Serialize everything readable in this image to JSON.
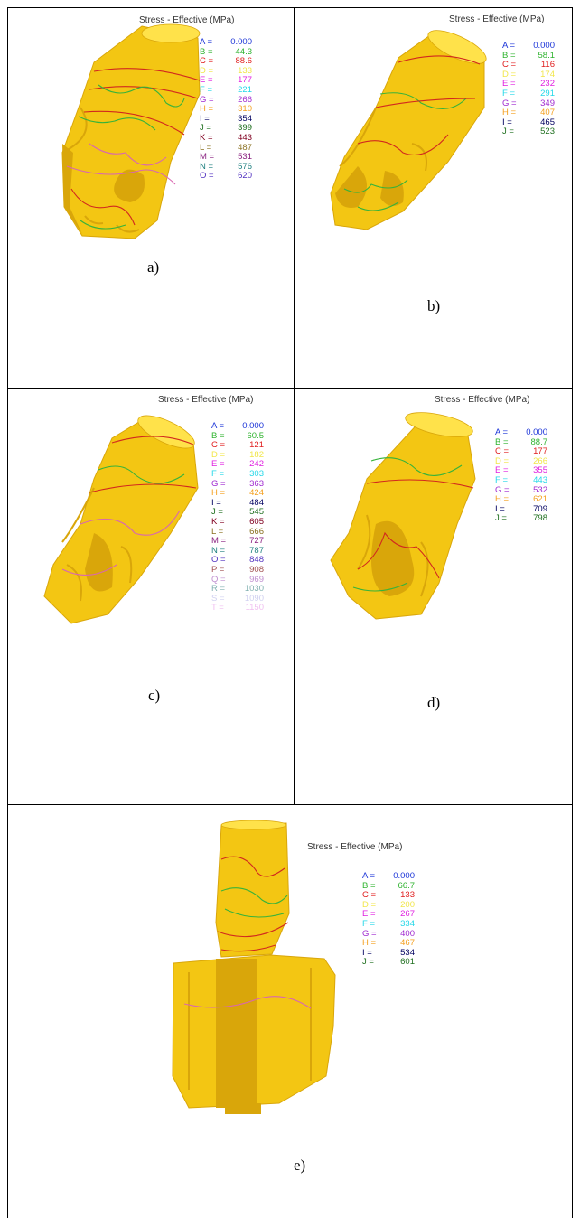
{
  "colors": {
    "model_fill": "#f3c613",
    "model_shade": "#d9a60a",
    "model_light": "#ffe24a",
    "contour_red": "#d2281e",
    "contour_green": "#36b33a",
    "contour_pink": "#d967b0",
    "border": "#000000"
  },
  "legend_colors": {
    "A": "#1c35d8",
    "B": "#2fb32f",
    "C": "#e02020",
    "D": "#f1e64a",
    "E": "#e021e0",
    "F": "#25d8e8",
    "G": "#a02ad0",
    "H": "#f4a020",
    "I": "#000060",
    "J": "#207020",
    "K": "#800020",
    "L": "#8a7020",
    "M": "#8a2080",
    "N": "#208080",
    "O": "#5030c0",
    "P": "#a05050",
    "Q": "#c090d0",
    "R": "#80b0b0",
    "S": "#d0d0f0",
    "T": "#f0c0f0"
  },
  "panels": [
    {
      "id": "a",
      "title": "Stress - Effective (MPa)",
      "caption": "a)",
      "legend": [
        {
          "k": "A =",
          "v": "0.000"
        },
        {
          "k": "B =",
          "v": "44.3"
        },
        {
          "k": "C =",
          "v": "88.6"
        },
        {
          "k": "D =",
          "v": "133"
        },
        {
          "k": "E =",
          "v": "177"
        },
        {
          "k": "F =",
          "v": "221"
        },
        {
          "k": "G =",
          "v": "266"
        },
        {
          "k": "H =",
          "v": "310"
        },
        {
          "k": "I =",
          "v": "354"
        },
        {
          "k": "J =",
          "v": "399"
        },
        {
          "k": "K =",
          "v": "443"
        },
        {
          "k": "L =",
          "v": "487"
        },
        {
          "k": "M =",
          "v": "531"
        },
        {
          "k": "N =",
          "v": "576"
        },
        {
          "k": "O =",
          "v": "620"
        }
      ]
    },
    {
      "id": "b",
      "title": "Stress - Effective (MPa)",
      "caption": "b)",
      "legend": [
        {
          "k": "A =",
          "v": "0.000"
        },
        {
          "k": "B =",
          "v": "58.1"
        },
        {
          "k": "C =",
          "v": "116"
        },
        {
          "k": "D =",
          "v": "174"
        },
        {
          "k": "E =",
          "v": "232"
        },
        {
          "k": "F =",
          "v": "291"
        },
        {
          "k": "G =",
          "v": "349"
        },
        {
          "k": "H =",
          "v": "407"
        },
        {
          "k": "I =",
          "v": "465"
        },
        {
          "k": "J =",
          "v": "523"
        }
      ]
    },
    {
      "id": "c",
      "title": "Stress - Effective (MPa)",
      "caption": "c)",
      "legend": [
        {
          "k": "A =",
          "v": "0.000"
        },
        {
          "k": "B =",
          "v": "60.5"
        },
        {
          "k": "C =",
          "v": "121"
        },
        {
          "k": "D =",
          "v": "182"
        },
        {
          "k": "E =",
          "v": "242"
        },
        {
          "k": "F =",
          "v": "303"
        },
        {
          "k": "G =",
          "v": "363"
        },
        {
          "k": "H =",
          "v": "424"
        },
        {
          "k": "I =",
          "v": "484"
        },
        {
          "k": "J =",
          "v": "545"
        },
        {
          "k": "K =",
          "v": "605"
        },
        {
          "k": "L =",
          "v": "666"
        },
        {
          "k": "M =",
          "v": "727"
        },
        {
          "k": "N =",
          "v": "787"
        },
        {
          "k": "O =",
          "v": "848"
        },
        {
          "k": "P =",
          "v": "908"
        },
        {
          "k": "Q =",
          "v": "969"
        },
        {
          "k": "R =",
          "v": "1030"
        },
        {
          "k": "S =",
          "v": "1090"
        },
        {
          "k": "T =",
          "v": "1150"
        }
      ]
    },
    {
      "id": "d",
      "title": "Stress - Effective (MPa)",
      "caption": "d)",
      "legend": [
        {
          "k": "A =",
          "v": "0.000"
        },
        {
          "k": "B =",
          "v": "88.7"
        },
        {
          "k": "C =",
          "v": "177"
        },
        {
          "k": "D =",
          "v": "266"
        },
        {
          "k": "E =",
          "v": "355"
        },
        {
          "k": "F =",
          "v": "443"
        },
        {
          "k": "G =",
          "v": "532"
        },
        {
          "k": "H =",
          "v": "621"
        },
        {
          "k": "I =",
          "v": "709"
        },
        {
          "k": "J =",
          "v": "798"
        }
      ]
    },
    {
      "id": "e",
      "title": "Stress - Effective (MPa)",
      "caption": "e)",
      "legend": [
        {
          "k": "A =",
          "v": "0.000"
        },
        {
          "k": "B =",
          "v": "66.7"
        },
        {
          "k": "C =",
          "v": "133"
        },
        {
          "k": "D =",
          "v": "200"
        },
        {
          "k": "E =",
          "v": "267"
        },
        {
          "k": "F =",
          "v": "334"
        },
        {
          "k": "G =",
          "v": "400"
        },
        {
          "k": "H =",
          "v": "467"
        },
        {
          "k": "I =",
          "v": "534"
        },
        {
          "k": "J =",
          "v": "601"
        }
      ]
    }
  ]
}
